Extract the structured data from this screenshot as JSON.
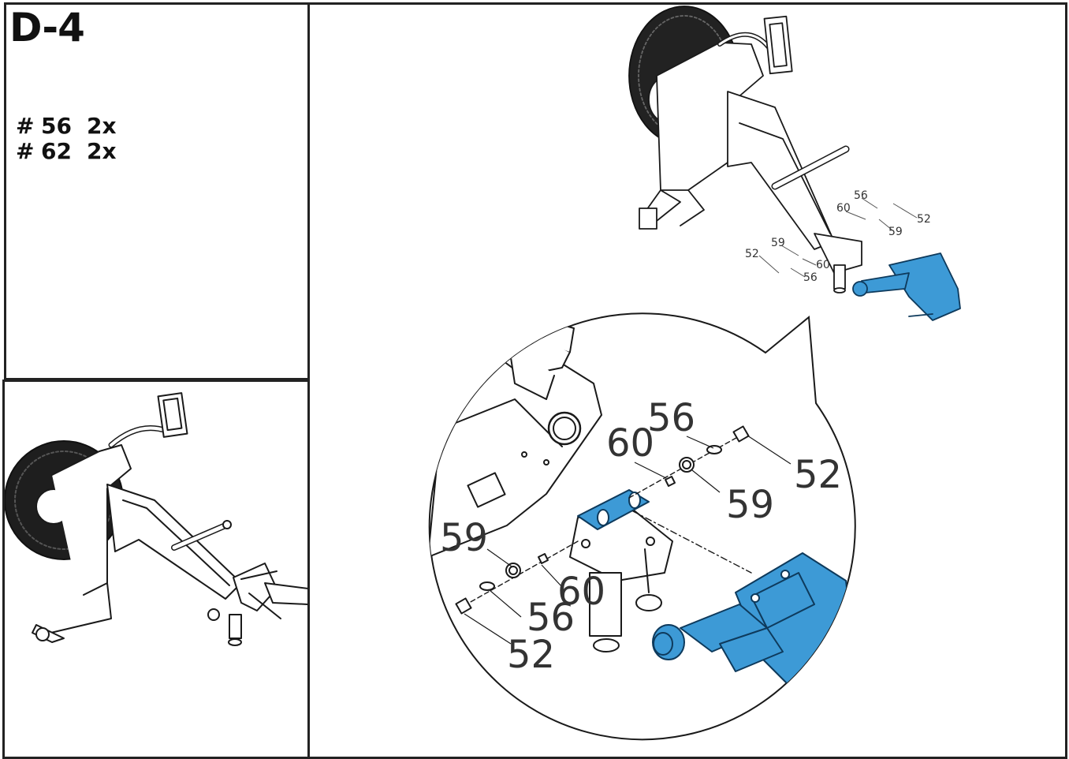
{
  "step": {
    "title": "D-4"
  },
  "parts_list": [
    {
      "hash": "#",
      "part": "56",
      "qty": "2x"
    },
    {
      "hash": "#",
      "part": "62",
      "qty": "2x"
    }
  ],
  "overview_labels": {
    "a56": "56",
    "a60": "60",
    "a52": "52",
    "a59": "59",
    "b59": "59",
    "b52": "52",
    "b60": "60",
    "b56": "56"
  },
  "callout_labels": {
    "a56": "56",
    "a60": "60",
    "a52": "52",
    "a59": "59",
    "b59": "59",
    "b60": "60",
    "b56": "56",
    "b52": "52"
  },
  "colors": {
    "highlight": "#3d9ad6",
    "line": "#1a1a1a",
    "border": "#222222"
  }
}
